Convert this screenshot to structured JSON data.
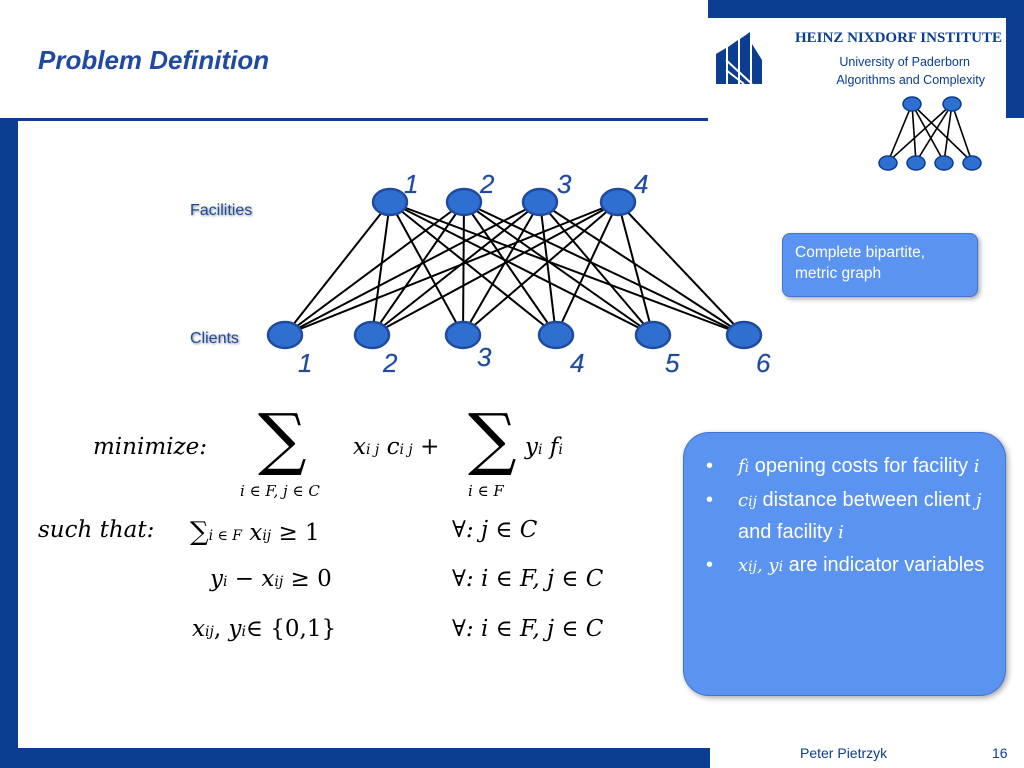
{
  "slide": {
    "title": "Problem Definition",
    "institute": {
      "name": "HEINZ NIXDORF INSTITUTE",
      "line1": "University of Paderborn",
      "line2": "Algorithms and Complexity"
    },
    "graph": {
      "facilities_label": "Facilities",
      "clients_label": "Clients",
      "facility_numbers": [
        "1",
        "2",
        "3",
        "4"
      ],
      "client_numbers": [
        "1",
        "2",
        "3",
        "4",
        "5",
        "6"
      ]
    },
    "callout": "Complete bipartite, metric graph",
    "formulas": {
      "minimize": "minimize:",
      "sum_symbol": "∑",
      "sum1_index": "i ∈ F, j ∈ C",
      "term_x": "x",
      "term_x_sub": "i j",
      "term_c": "c",
      "term_c_sub": "i j",
      "plus": "+",
      "sum2_index": "i ∈ F",
      "term_y": "y",
      "term_y_sub": "i",
      "term_f": "f",
      "term_f_sub": "i",
      "such_that": "such that:",
      "c1_sum_index": "i ∈ F",
      "c1_x": "x",
      "c1_x_sub": "ij",
      "c1_rel": "≥ 1",
      "c1_forall": "∀: j ∈ C",
      "c2_y": "y",
      "c2_y_sub": "i",
      "c2_minus": "−",
      "c2_x": "x",
      "c2_x_sub": "ij",
      "c2_rel": "≥ 0",
      "c2_forall": "∀: i ∈ F, j ∈ C",
      "c3_x": "x",
      "c3_x_sub": "ij",
      "c3_comma": ", ",
      "c3_y": "y",
      "c3_y_sub": "i",
      "c3_rel": "∈ {0,1}",
      "c3_forall": "∀: i ∈ F, j ∈ C"
    },
    "bullets": [
      {
        "sym": "f",
        "sym_sub": "i",
        "text": " opening costs for facility ",
        "tail": "i"
      },
      {
        "sym": "c",
        "sym_sub": "ij",
        "text": " distance between client ",
        "mid": "j",
        "text2": " and facility ",
        "tail": "i"
      },
      {
        "sym": "x",
        "sym_sub": "ij",
        "sym2": ", y",
        "sym2_sub": "i",
        "text": " are indicator variables"
      }
    ],
    "footer": {
      "author": "Peter Pietrzyk",
      "page": "16"
    },
    "colors": {
      "navy": "#0b3d91",
      "node_fill": "#2f6fd0",
      "box_fill": "#5b93f0"
    }
  }
}
